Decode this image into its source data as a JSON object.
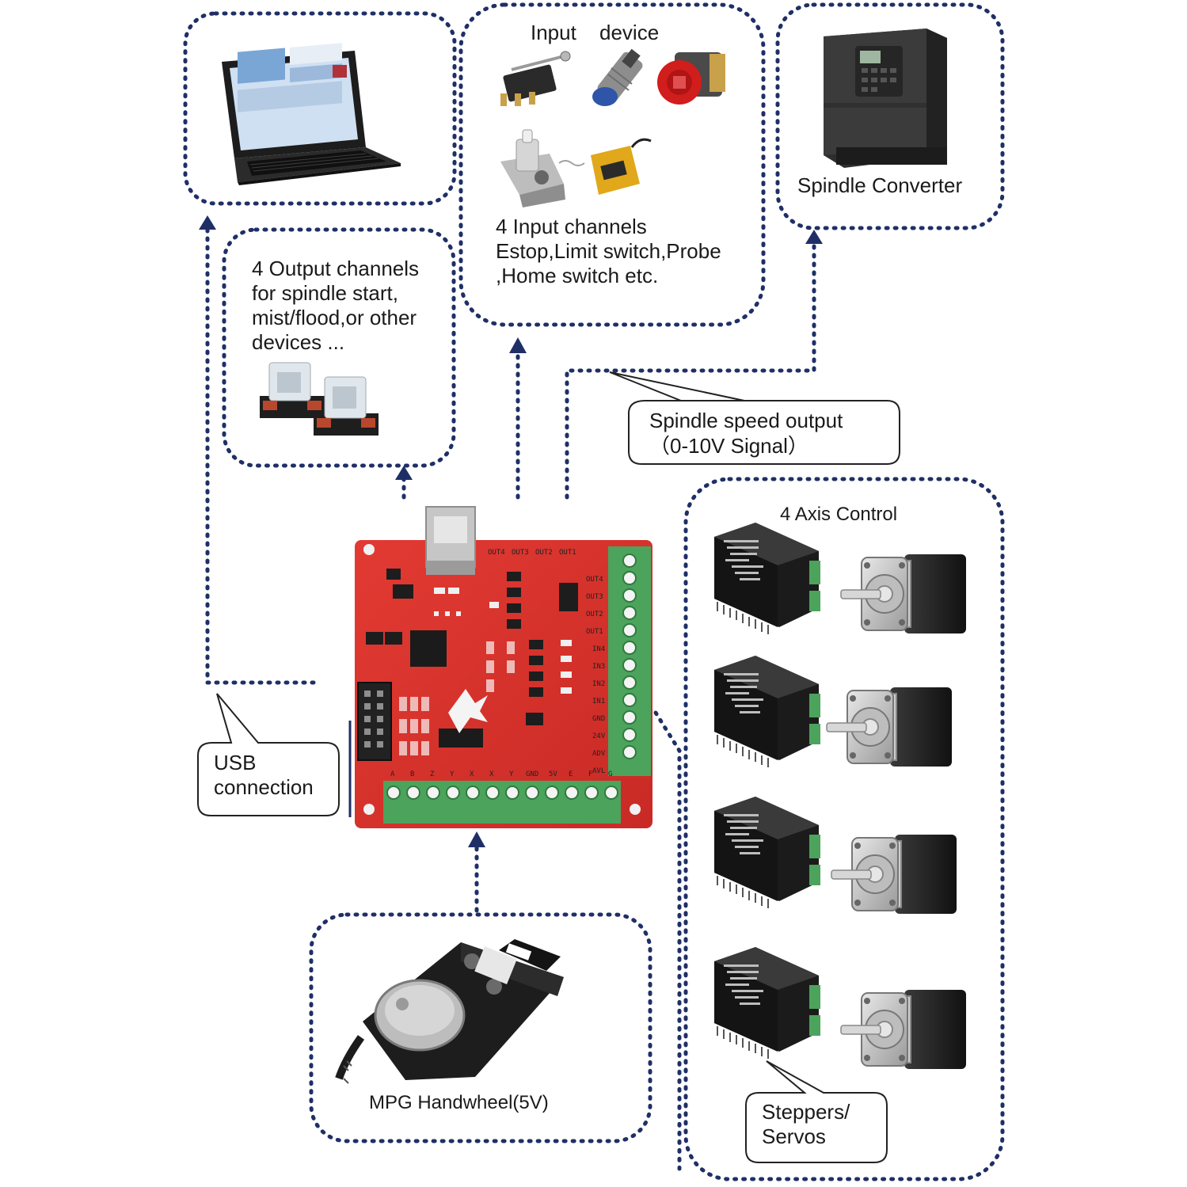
{
  "labels": {
    "input_device": [
      "Input",
      "device"
    ],
    "spindle_converter": "Spindle Converter",
    "input_channels": [
      "4 Input channels",
      "Estop,Limit switch,Probe",
      ",Home switch etc."
    ],
    "output_channels": [
      "4 Output channels",
      "for spindle start,",
      "mist/flood,or other",
      "devices ..."
    ],
    "spindle_speed": [
      "Spindle speed output",
      "（0-10V Signal）"
    ],
    "axis_control": "4 Axis Control",
    "usb": [
      "USB",
      "connection"
    ],
    "mpg": "MPG Handwheel(5V)",
    "steppers": [
      "Steppers/",
      "Servos"
    ]
  },
  "board": {
    "top_outputs": [
      "OUT4",
      "OUT3",
      "OUT2",
      "OUT1"
    ],
    "right_terminals": [
      "OUT4",
      "OUT3",
      "OUT2",
      "OUT1",
      "IN4",
      "IN3",
      "IN2",
      "IN1",
      "GND",
      "24V",
      "ADV",
      "AVL"
    ],
    "bottom_terminals": [
      "A",
      "B",
      "Z",
      "Y",
      "X",
      "X",
      "Y",
      "GND",
      "5V",
      "E",
      "F",
      "G"
    ]
  },
  "colors": {
    "connector": "#1f2f66",
    "pcb": "#d8332d",
    "terminal": "#4ca35c",
    "driver": "#1c1c1c",
    "motor": "#262626"
  }
}
